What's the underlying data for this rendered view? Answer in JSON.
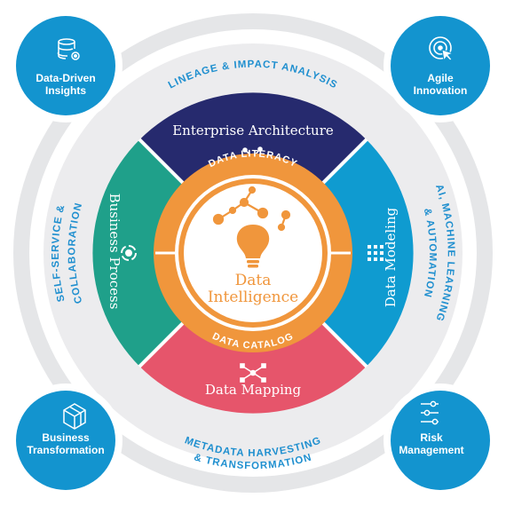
{
  "ring_labels": {
    "top": "LINEAGE & IMPACT ANALYSIS",
    "left_line1": "SELF-SERVICE &",
    "left_line2": "COLLABORATION",
    "right_line1": "AI, MACHINE LEARNING",
    "right_line2": "& AUTOMATION",
    "bottom_line1": "METADATA HARVESTING",
    "bottom_line2": "& TRANSFORMATION"
  },
  "corners": {
    "top_left": {
      "line1": "Data-Driven",
      "line2": "Insights",
      "icon": "database-gear-icon"
    },
    "top_right": {
      "line1": "Agile",
      "line2": "Innovation",
      "icon": "target-cursor-icon"
    },
    "bottom_left": {
      "line1": "Business",
      "line2": "Transformation",
      "icon": "cube-icon"
    },
    "bottom_right": {
      "line1": "Risk",
      "line2": "Management",
      "icon": "sliders-icon"
    }
  },
  "segments": {
    "top": {
      "label": "Enterprise Architecture",
      "icon": "network-node-icon",
      "color": "#262a6e"
    },
    "right": {
      "label": "Data Modeling",
      "icon": "grid-model-icon",
      "color": "#0f9bd0"
    },
    "bottom": {
      "label": "Data Mapping",
      "icon": "mapping-arrows-icon",
      "color": "#e6556b"
    },
    "left": {
      "label": "Business Process",
      "icon": "process-cycle-icon",
      "color": "#1fa08a"
    }
  },
  "center": {
    "top_band": "DATA LITERACY",
    "bottom_band": "DATA CATALOG",
    "title_line1": "Data",
    "title_line2": "Intelligence",
    "icon": "lightbulb-molecule-icon",
    "color": "#f0963c"
  },
  "colors": {
    "outer_ring": "#e5e6e8",
    "corner_blue": "#1394cf",
    "ring_text": "#1f8fcf"
  }
}
